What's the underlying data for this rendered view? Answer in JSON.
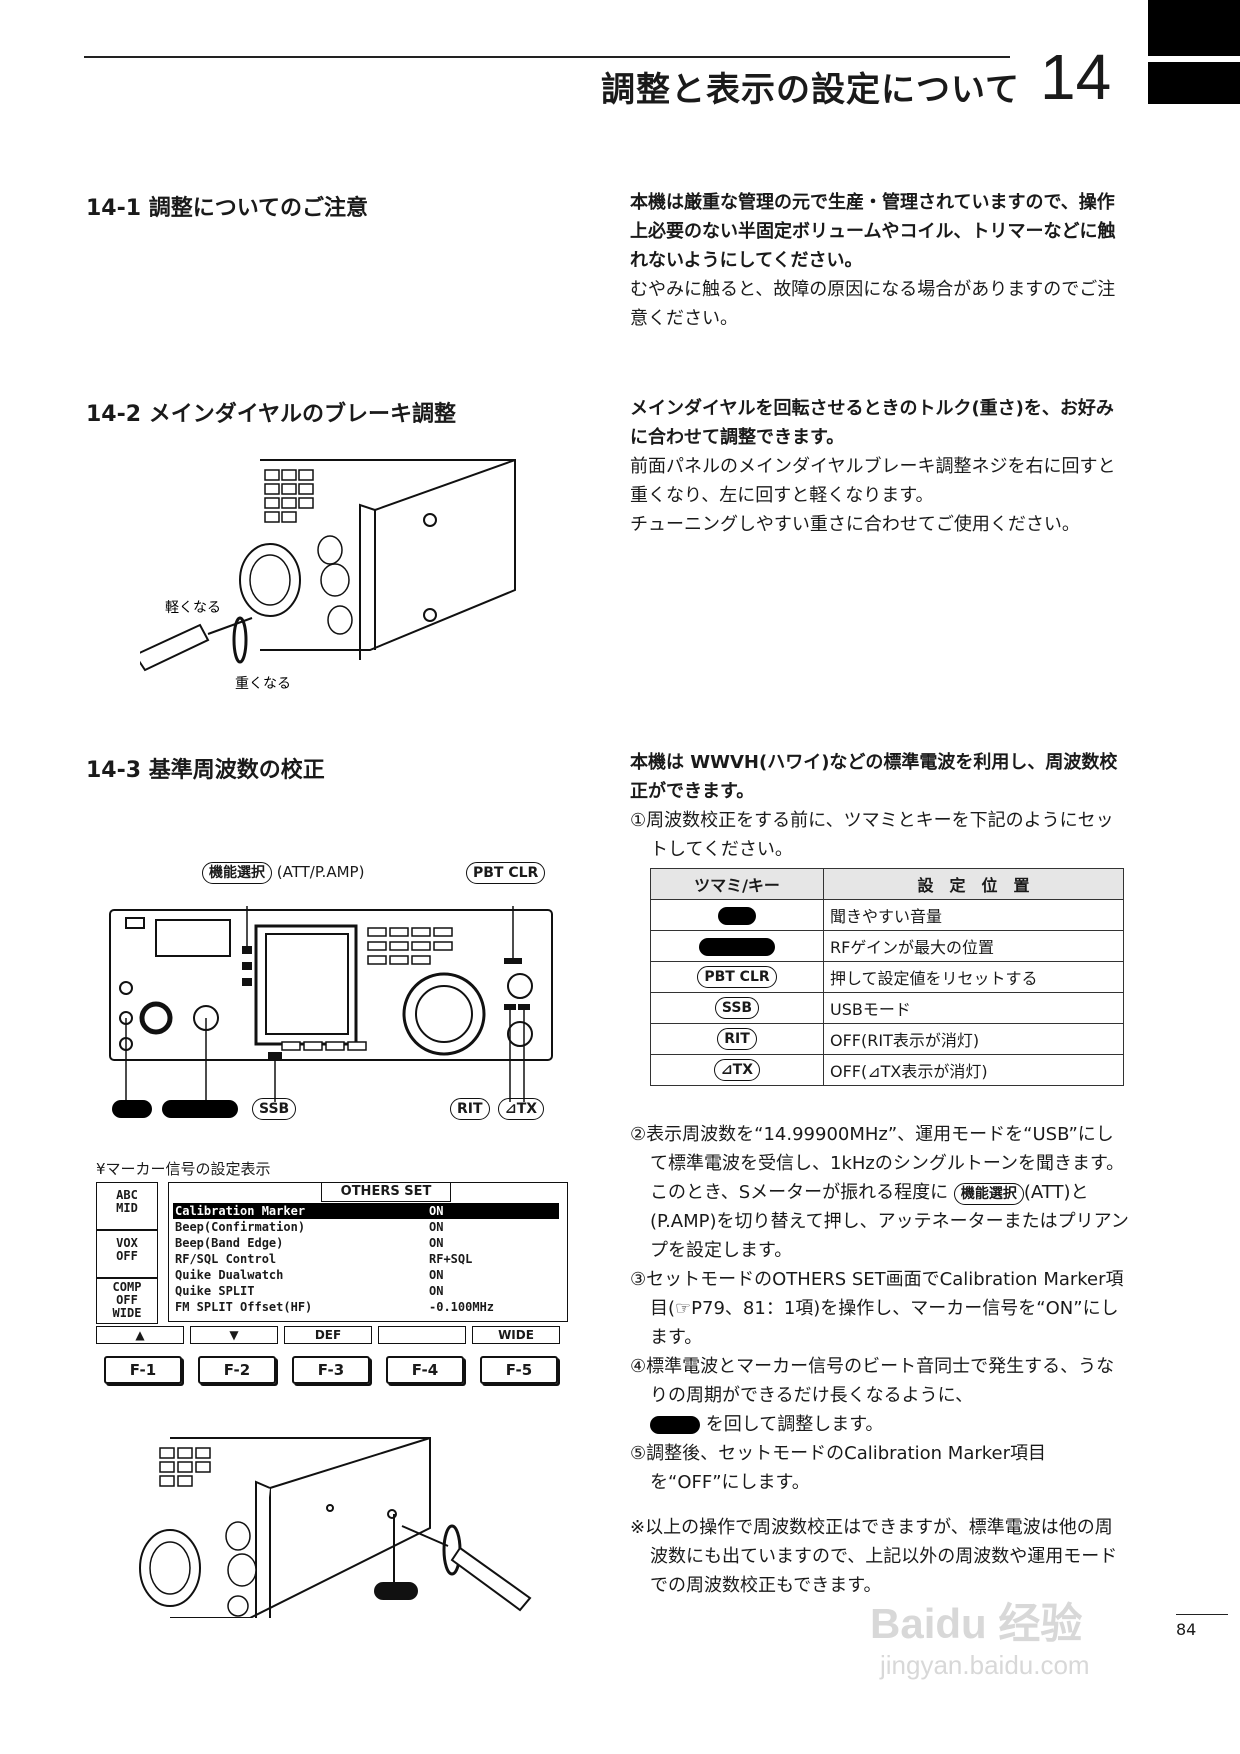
{
  "header": {
    "title": "調整と表示の設定について",
    "chapter": "14"
  },
  "sections": [
    {
      "title": "14-1 調整についてのご注意",
      "bold": "本機は厳重な管理の元で生産・管理されていますので、操作上必要のない半固定ボリュームやコイル、トリマーなどに触れないようにしてください。",
      "text": "むやみに触ると、故障の原因になる場合がありますのでご注意ください。"
    },
    {
      "title": "14-2 メインダイヤルのブレーキ調整",
      "bold": "メインダイヤルを回転させるときのトルク(重さ)を、お好みに合わせて調整できます。",
      "text1": "前面パネルのメインダイヤルブレーキ調整ネジを右に回すと重くなり、左に回すと軽くなります。",
      "text2": "チューニングしやすい重さに合わせてご使用ください。",
      "label_light": "軽くなる",
      "label_heavy": "重くなる"
    },
    {
      "title": "14-3 基準周波数の校正",
      "bold": "本機は WWVH(ハワイ)などの標準電波を利用し、周波数校正ができます。",
      "step1": "①周波数校正をする前に、ツマミとキーを下記のようにセットしてください。",
      "step2a": "②表示周波数を“14.99900MHz”、運用モードを“USB”にして標準電波を受信し、1kHzのシングルトーンを聞きます。",
      "step2b_1": "このとき、Sメーターが振れる程度に",
      "step2b_2": "(ATT)と(P.AMP)を切り替えて押し、アッテネーターまたはプリアンプを設定します。",
      "step3": "③セットモードのOTHERS SET画面でCalibration Marker項目(☞P79、81：1項)を操作し、マーカー信号を“ON”にします。",
      "step4a": "④標準電波とマーカー信号のビート音同士で発生する、うなりの周期ができるだけ長くなるように、",
      "step4b": "を回して調整します。",
      "step5": "⑤調整後、セットモードのCalibration Marker項目を“OFF”にします。",
      "note": "※以上の操作で周波数校正はできますが、標準電波は他の周波数にも出ていますので、上記以外の周波数や運用モードでの周波数校正もできます。"
    }
  ],
  "panel_labels": {
    "func": "機能選択",
    "func_sub": "(ATT/P.AMP)",
    "pbt": "PBT CLR",
    "ssb": "SSB",
    "rit": "RIT",
    "dtx": "⊿TX",
    "marker_caption": "¥マーカー信号の設定表示"
  },
  "settings_table": {
    "headers": [
      "ツマミ/キー",
      "設　定　位　置"
    ],
    "rows": [
      {
        "key": "",
        "key_type": "black-small",
        "value": "聞きやすい音量"
      },
      {
        "key": "",
        "key_type": "black-wide",
        "value": "RFゲインが最大の位置"
      },
      {
        "key": "PBT CLR",
        "key_type": "pill",
        "value": "押して設定値をリセットする"
      },
      {
        "key": "SSB",
        "key_type": "pill",
        "value": "USBモード"
      },
      {
        "key": "RIT",
        "key_type": "pill",
        "value": "OFF(RIT表示が消灯)"
      },
      {
        "key": "⊿TX",
        "key_type": "pill",
        "value": "OFF(⊿TX表示が消灯)"
      }
    ]
  },
  "others_set": {
    "title": "OTHERS SET",
    "side_buttons": [
      "ABC\nMID",
      "VOX\nOFF",
      "COMP\nOFF\nWIDE"
    ],
    "rows": [
      {
        "name": "Calibration Marker",
        "value": "ON",
        "selected": true
      },
      {
        "name": "Beep(Confirmation)",
        "value": "ON"
      },
      {
        "name": "Beep(Band Edge)",
        "value": "ON"
      },
      {
        "name": "RF/SQL Control",
        "value": "RF+SQL"
      },
      {
        "name": "Quike Dualwatch",
        "value": "ON"
      },
      {
        "name": "Quike SPLIT",
        "value": "ON"
      },
      {
        "name": "FM SPLIT Offset(HF)",
        "value": "-0.100MHz"
      }
    ],
    "fn_labels": [
      "▲",
      "▼",
      "DEF",
      "",
      "WIDE"
    ],
    "fkeys": [
      "F-1",
      "F-2",
      "F-3",
      "F-4",
      "F-5"
    ]
  },
  "page": {
    "number": "84"
  },
  "watermark": {
    "line1": "Baidu 经验",
    "line2": "jingyan.baidu.com"
  }
}
